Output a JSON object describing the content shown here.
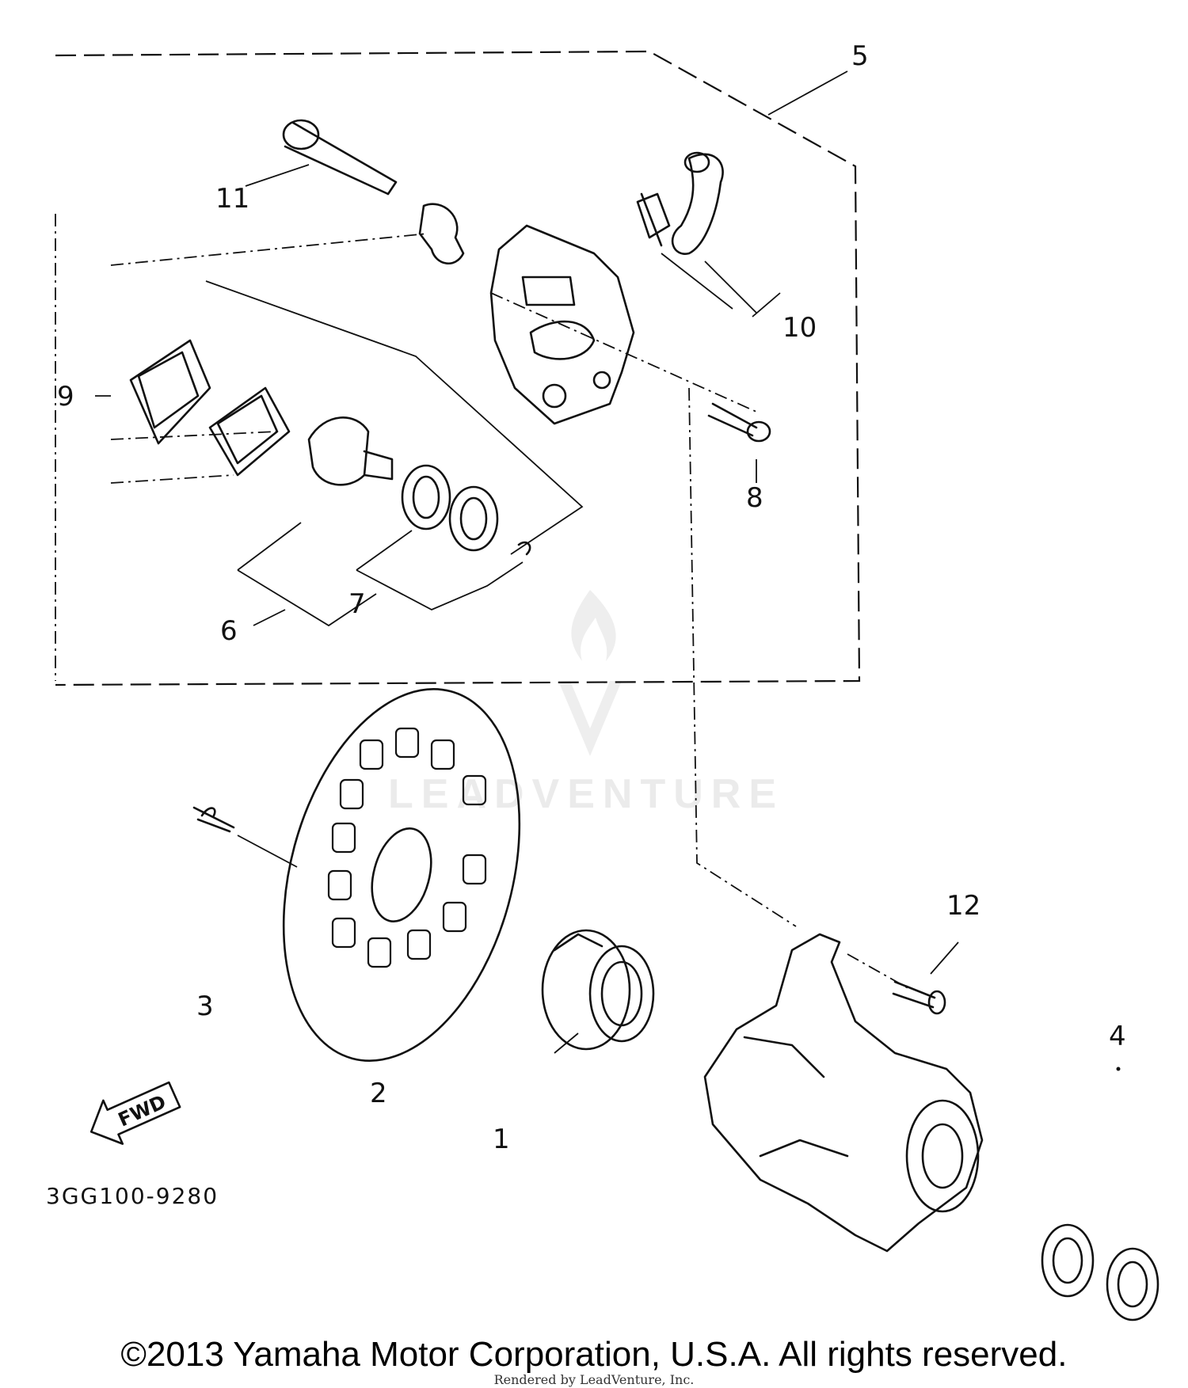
{
  "diagram": {
    "callouts": {
      "c1": "1",
      "c2": "2",
      "c3": "3",
      "c4": "4",
      "c5": "5",
      "c6": "6",
      "c7": "7",
      "c8": "8",
      "c9": "9",
      "c10": "10",
      "c11": "11",
      "c12": "12"
    },
    "fwd_label": "FWD",
    "part_number": "3GG100-9280"
  },
  "watermark": {
    "text": "LEADVENTURE"
  },
  "footer": {
    "copyright": "©2013 Yamaha Motor Corporation, U.S.A. All rights reserved.",
    "rendered_by": "Rendered by LeadVenture, Inc."
  }
}
